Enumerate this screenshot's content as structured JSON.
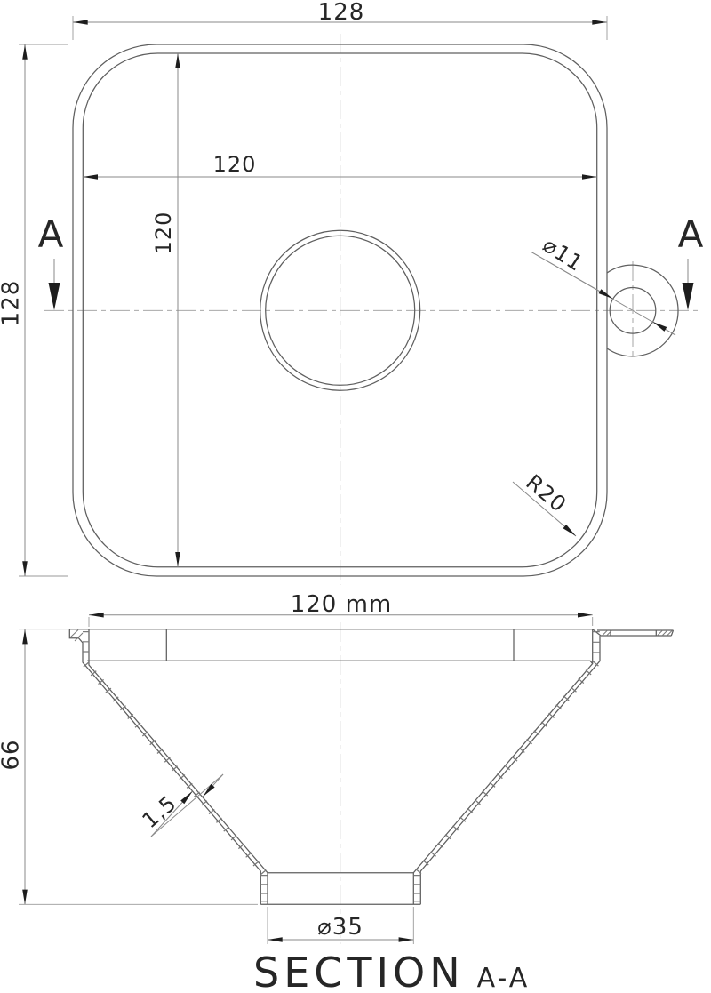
{
  "drawing": {
    "type": "technical-drawing",
    "units": "mm",
    "colors": {
      "background": "#ffffff",
      "geometry_line": "#5f5f5f",
      "dimension_line": "#8a8a8a",
      "centerline": "#9b9b9b",
      "text": "#262626",
      "arrow": "#1d1d1d"
    }
  },
  "top_view": {
    "outer_width_label": "128",
    "outer_height_label": "128",
    "inner_width_label": "120",
    "inner_height_label": "120",
    "hole_diameter_label": "⌀11",
    "corner_radius_label": "R20",
    "section_cut_label_left": "A",
    "section_cut_label_right": "A"
  },
  "section_view": {
    "top_width_label": "120 mm",
    "height_label": "66",
    "wall_thickness_label": "1,5",
    "outlet_diameter_label": "⌀35",
    "title": "SECTION",
    "title_detail": "A-A"
  }
}
